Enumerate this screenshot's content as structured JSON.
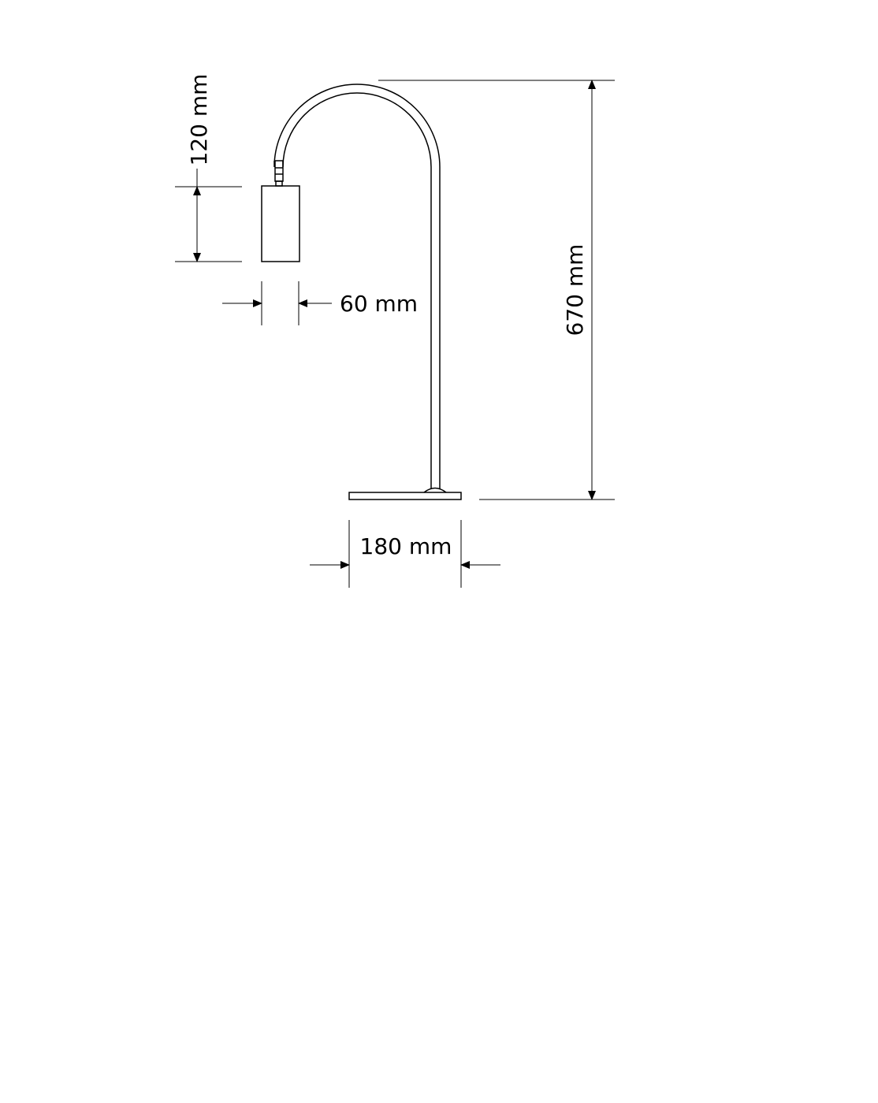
{
  "dimensions": {
    "total_height": "670 mm",
    "shade_height": "120 mm",
    "shade_width": "60 mm",
    "base_width": "180 mm"
  },
  "colors": {
    "line": "#000000",
    "background": "#ffffff"
  }
}
